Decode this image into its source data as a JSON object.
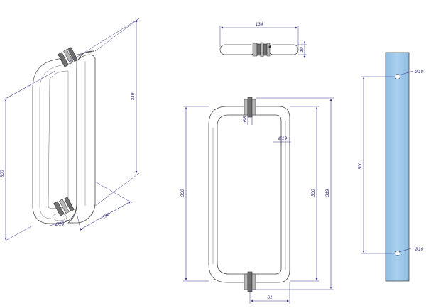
{
  "iso_view": {
    "height_label": "300",
    "length_label": "319",
    "depth_label": "134",
    "tube_label": "Ø19"
  },
  "top_view": {
    "depth_label": "134",
    "thickness_label": "19"
  },
  "front_view": {
    "mount_diameter_label": "Ø8",
    "tube_label": "Ø19",
    "height_label": "300",
    "length_label": "319",
    "offset_label": "61"
  },
  "glass_panel": {
    "color": "#9cc6e8",
    "top_hole_label": "Ø10",
    "bottom_hole_label": "Ø10",
    "spacing_label": "300"
  }
}
